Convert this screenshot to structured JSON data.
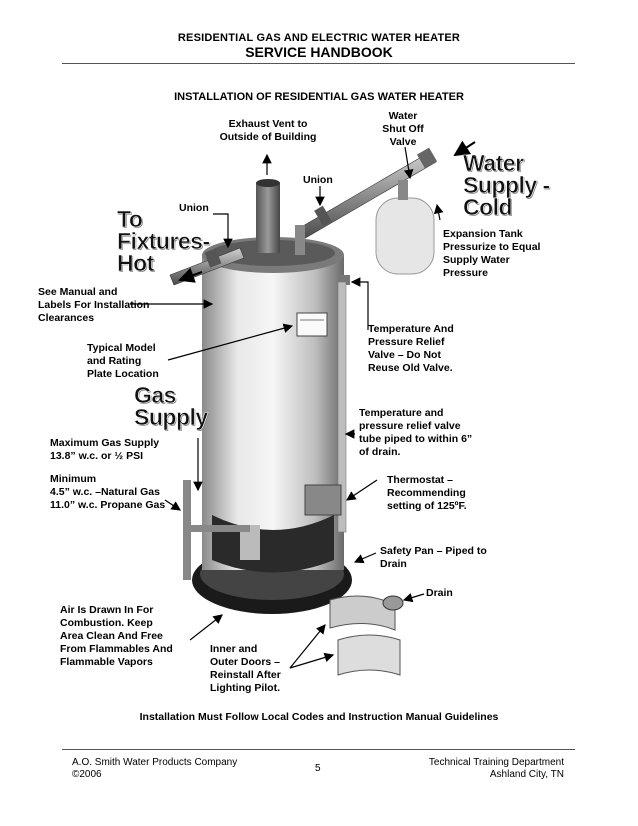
{
  "header": {
    "line1": "RESIDENTIAL GAS AND ELECTRIC WATER HEATER",
    "line2": "SERVICE HANDBOOK"
  },
  "page_title": "INSTALLATION OF RESIDENTIAL GAS WATER HEATER",
  "labels": {
    "exhaust_vent": "Exhaust Vent to\nOutside of Building",
    "water_shutoff": "Water\nShut Off\nValve",
    "union_top": "Union",
    "union_left": "Union",
    "water_supply": "Water\nSupply -\nCold",
    "to_fixtures": "To\nFixtures-\nHot",
    "expansion_tank": "Expansion Tank\nPressurize to Equal\nSupply Water\nPressure",
    "see_manual": "See Manual and\nLabels For Installation\nClearances",
    "rating_plate": "Typical Model\nand Rating\nPlate Location",
    "tp_valve": "Temperature And\nPressure Relief\nValve – Do Not\nReuse Old Valve.",
    "gas_supply": "Gas\nSupply",
    "tp_tube": "Temperature and\npressure relief valve\ntube piped to within 6”\nof drain.",
    "max_gas": "Maximum  Gas Supply\n13.8” w.c. or ½  PSI",
    "min_gas": "Minimum\n4.5” w.c. –Natural Gas\n11.0” w.c. Propane Gas",
    "thermostat": "Thermostat –\nRecommending\nsetting of 125ºF.",
    "safety_pan": "Safety Pan – Piped to\nDrain",
    "drain": "Drain",
    "air_drawn": "Air Is Drawn In For\nCombustion.  Keep\nArea Clean And Free\nFrom Flammables And\nFlammable Vapors",
    "inner_outer_doors": "Inner and\nOuter Doors –\nReinstall After\nLighting Pilot."
  },
  "bottom_note": "Installation Must Follow Local Codes and Instruction Manual Guidelines",
  "footer": {
    "company": "A.O. Smith Water Products Company",
    "copyright": "©2006",
    "page_number": "5",
    "department": "Technical Training Department",
    "location": "Ashland City, TN"
  }
}
